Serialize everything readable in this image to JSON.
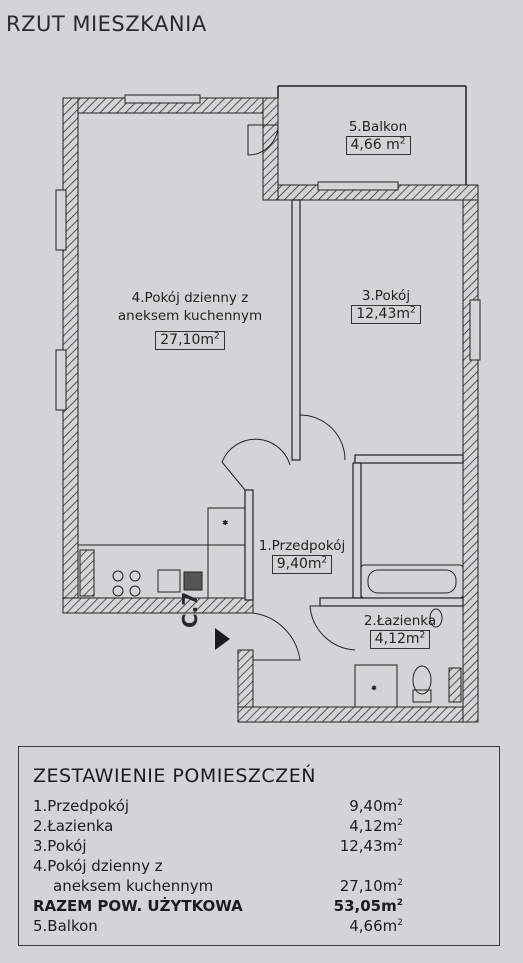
{
  "title": "RZUT MIESZKANIA",
  "unit_sup": "2",
  "orientation_label": "C.7",
  "rooms": [
    {
      "label_lines": [
        "5.Balkon"
      ],
      "area": "4,66 m"
    },
    {
      "label_lines": [
        "4.Pokój dzienny z",
        "aneksem kuchennym"
      ],
      "area": "27,10m"
    },
    {
      "label_lines": [
        "3.Pokój"
      ],
      "area": "12,43m"
    },
    {
      "label_lines": [
        "1.Przedpokój"
      ],
      "area": "9,40m"
    },
    {
      "label_lines": [
        "2.Łazienka"
      ],
      "area": "4,12m"
    }
  ],
  "summary": {
    "title": "ZESTAWIENIE POMIESZCZEŃ",
    "rows": [
      {
        "name": "1.Przedpokój",
        "value": "9,40m"
      },
      {
        "name": "2.Łazienka",
        "value": "4,12m"
      },
      {
        "name": "3.Pokój",
        "value": "12,43m"
      },
      {
        "name": "4.Pokój dzienny z",
        "value": ""
      },
      {
        "name": "aneksem kuchennym",
        "value": "27,10m"
      },
      {
        "name": "RAZEM POW. UŻYTKOWA",
        "value": "53,05m"
      },
      {
        "name": "5.Balkon",
        "value": "4,66m"
      }
    ]
  }
}
